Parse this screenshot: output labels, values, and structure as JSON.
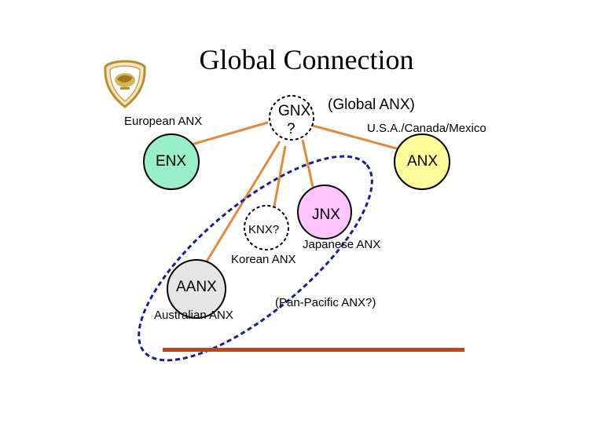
{
  "title": "Global Connection",
  "nodes": {
    "gnx_line1": "GNX",
    "gnx_line2": "?",
    "enx": "ENX",
    "anx": "ANX",
    "jnx": "JNX",
    "knx": "KNX?",
    "aanx": "AANX"
  },
  "captions": {
    "global_anx": "(Global ANX)",
    "european": "European ANX",
    "usa": "U.S.A./Canada/Mexico",
    "japanese": "Japanese ANX",
    "korean": "Korean ANX",
    "australian": "Australian ANX",
    "pan_pacific": "(Pan-Pacific ANX?)"
  },
  "colors": {
    "link": "#e08a3c",
    "enx_fill": "#99f0c8",
    "anx_fill": "#fffd99",
    "jnx_fill": "#fdc4fd",
    "aanx_fill": "#e6e6e6",
    "region_outline": "#1c1c99",
    "bottom_bar": "#c0451d",
    "logo": "#b8902a"
  }
}
